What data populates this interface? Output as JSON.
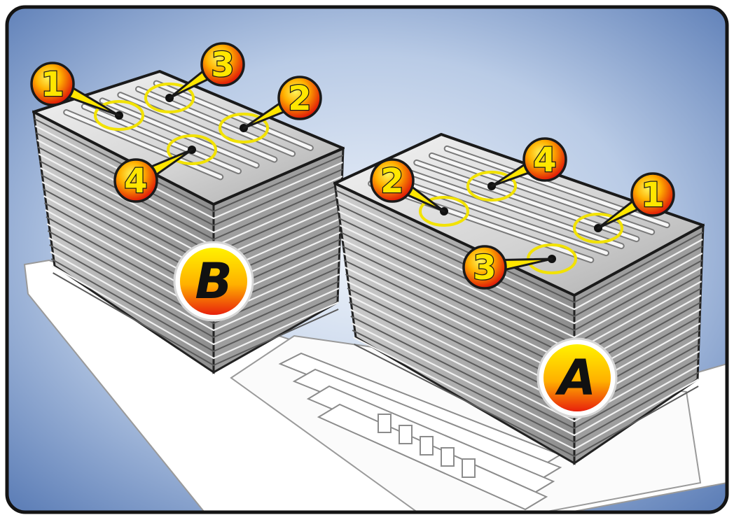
{
  "diagram": {
    "heatsinks": [
      {
        "id": "B",
        "label": "B",
        "screws": [
          {
            "number": "1"
          },
          {
            "number": "3"
          },
          {
            "number": "2"
          },
          {
            "number": "4"
          }
        ]
      },
      {
        "id": "A",
        "label": "A",
        "screws": [
          {
            "number": "2"
          },
          {
            "number": "4"
          },
          {
            "number": "1"
          },
          {
            "number": "3"
          }
        ]
      }
    ],
    "colors": {
      "frame_border": "#1a1a1a",
      "background_center": "#e6eef8",
      "background_edge": "#6e8cc0",
      "screw_ring": "#f2e200",
      "callout_red": "#e81e0c",
      "callout_yellow": "#ffe600",
      "heatsink_light": "#e6e6e6",
      "heatsink_dark": "#8a8a8a"
    }
  }
}
